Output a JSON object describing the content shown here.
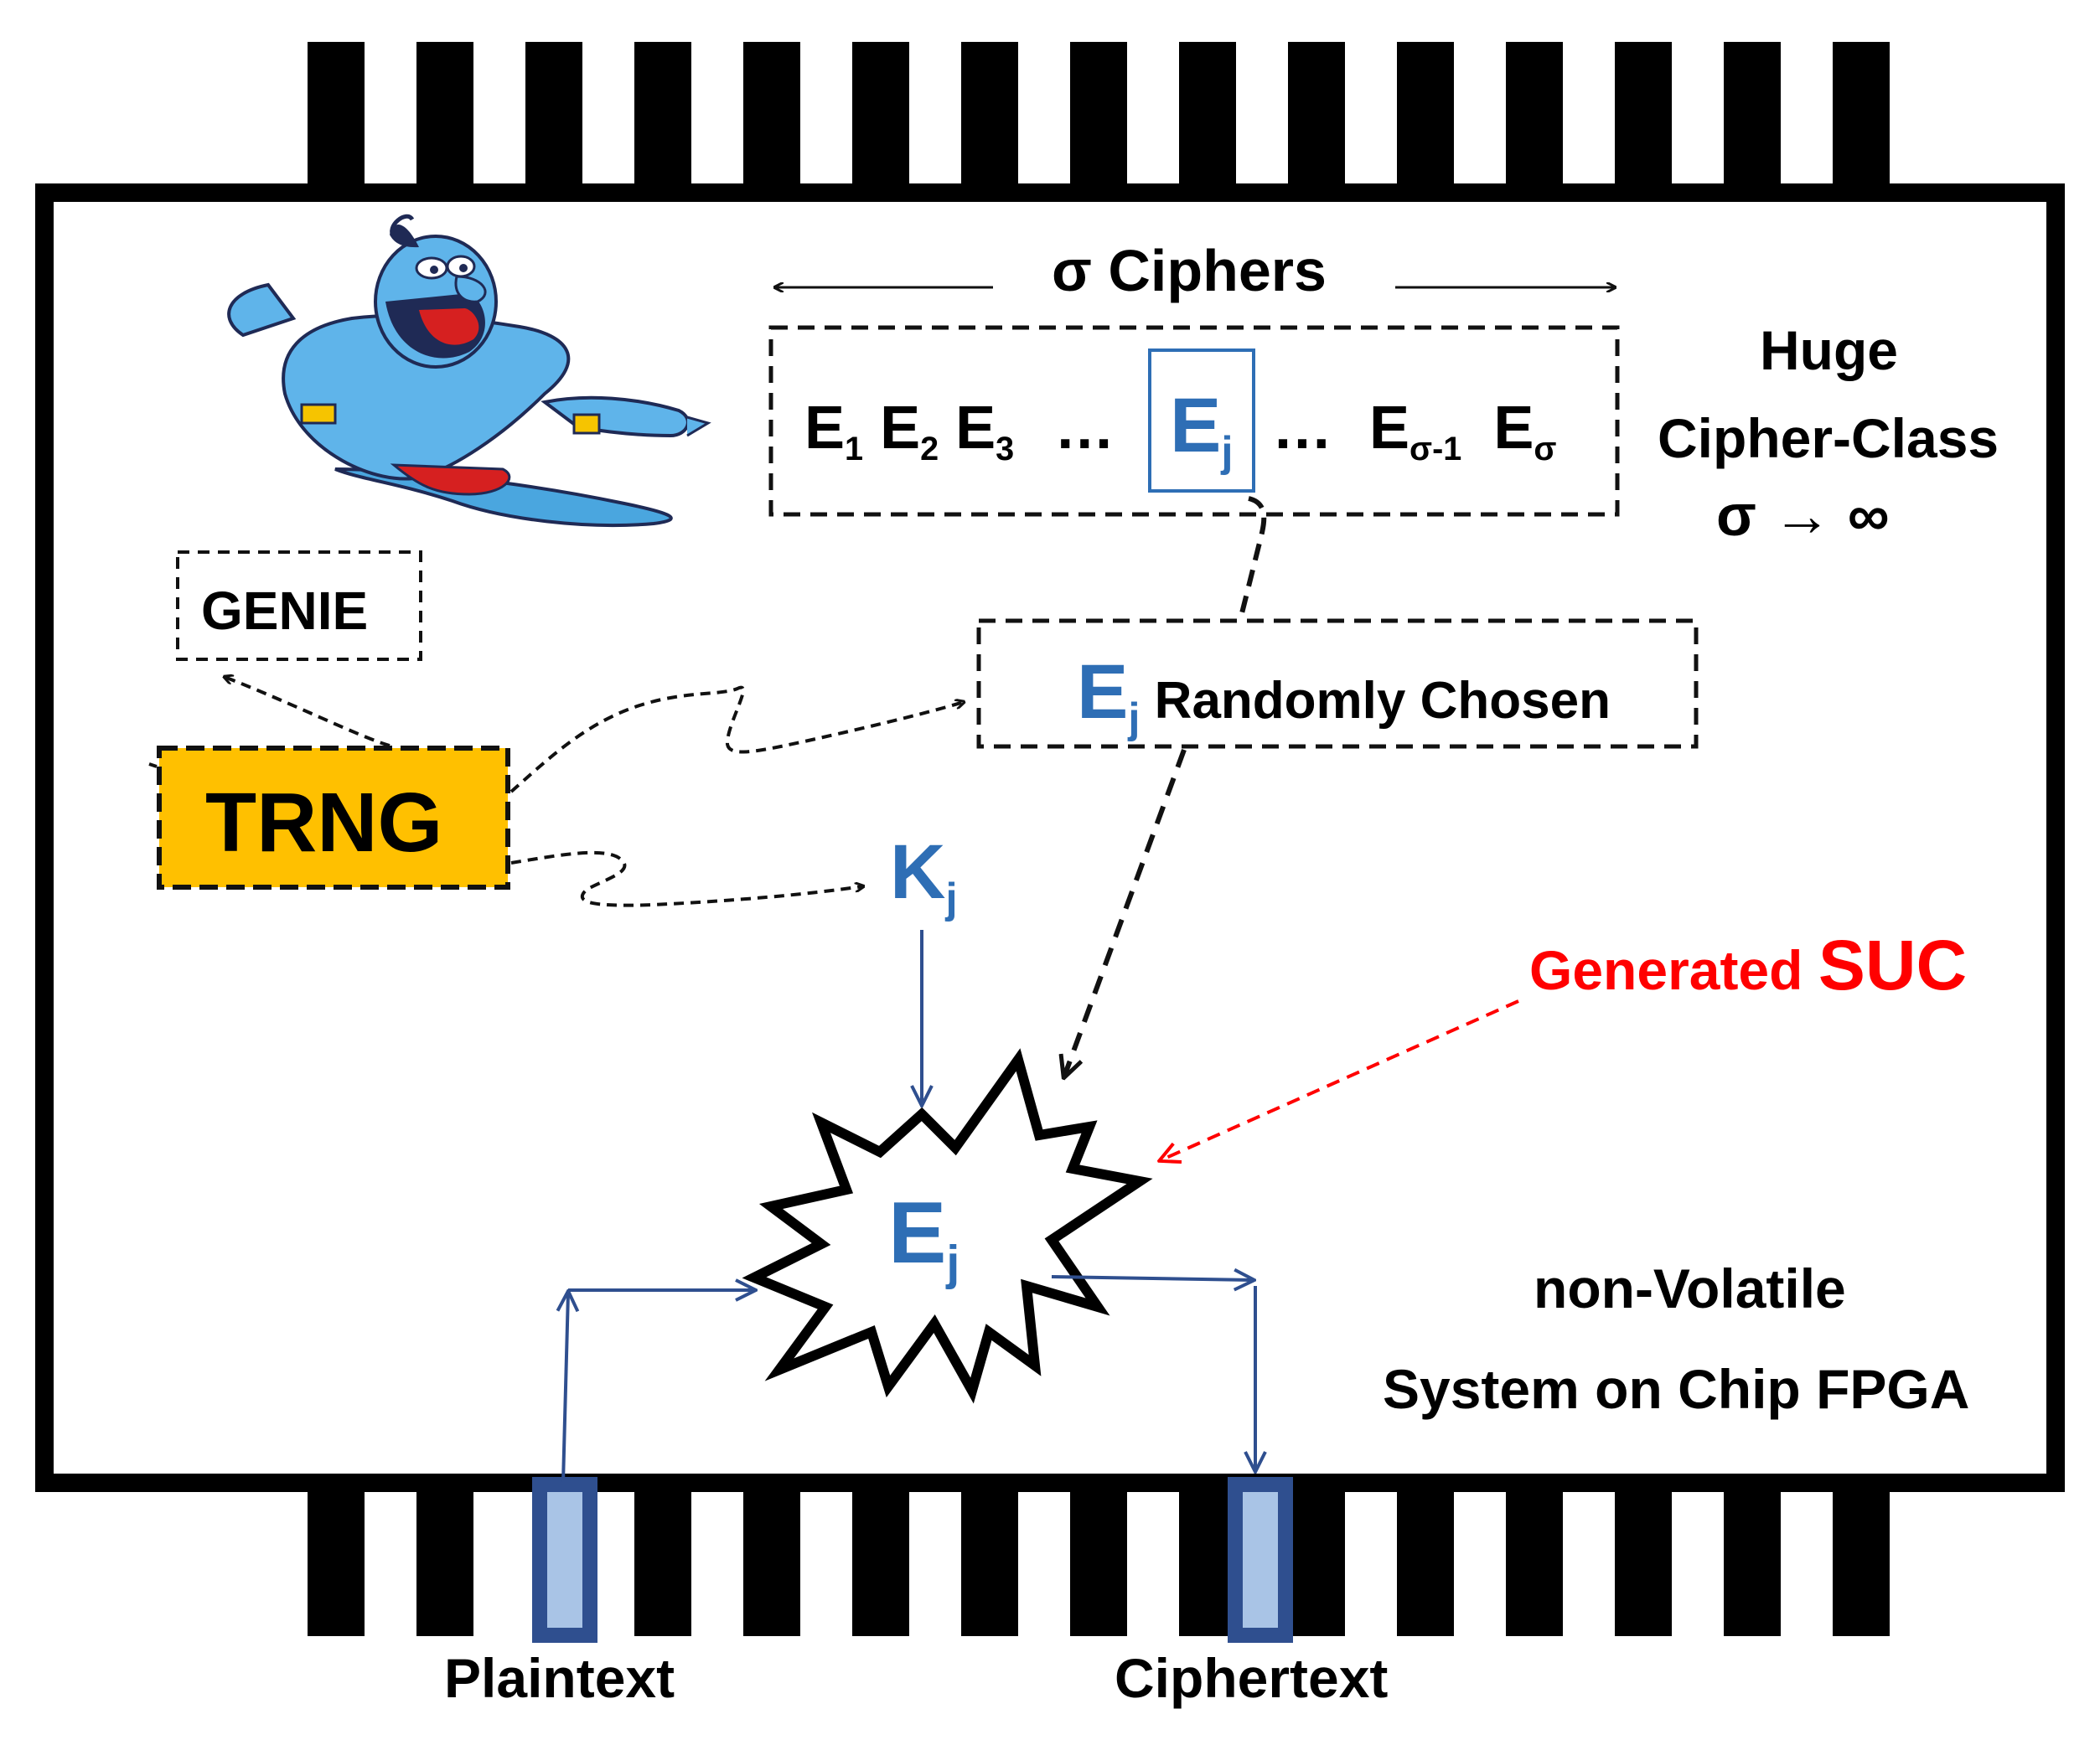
{
  "cipher_class": {
    "header": "σ Ciphers",
    "items": [
      {
        "base": "E",
        "sub": "1"
      },
      {
        "base": "E",
        "sub": "2"
      },
      {
        "base": "E",
        "sub": "3"
      },
      {
        "ellipsis": "…"
      },
      {
        "base": "E",
        "sub": "j",
        "highlight": true
      },
      {
        "ellipsis": "…"
      },
      {
        "base": "E",
        "sub": "σ-1"
      },
      {
        "base": "E",
        "sub": "σ"
      }
    ],
    "note_line1": "Huge",
    "note_line2": "Cipher-Class",
    "note_line3": "σ → ∞"
  },
  "genie": {
    "label": "GENIE",
    "icon": "genie-illustration"
  },
  "trng": {
    "label": "TRNG",
    "color": "#ffc000"
  },
  "chosen": {
    "base": "E",
    "sub": "j",
    "text": "Randomly Chosen"
  },
  "key": {
    "base": "K",
    "sub": "j"
  },
  "suc": {
    "label_prefix": "Generated",
    "label_emph": "SUC",
    "base": "E",
    "sub": "j"
  },
  "chip": {
    "line1": "non-Volatile",
    "line2": "System on Chip FPGA"
  },
  "io": {
    "plaintext": "Plaintext",
    "ciphertext": "Ciphertext"
  },
  "colors": {
    "blue": "#2e6eb5",
    "red": "#ff0000",
    "pin_fill": "#a9c4e6",
    "pin_border": "#2f4f8f"
  }
}
